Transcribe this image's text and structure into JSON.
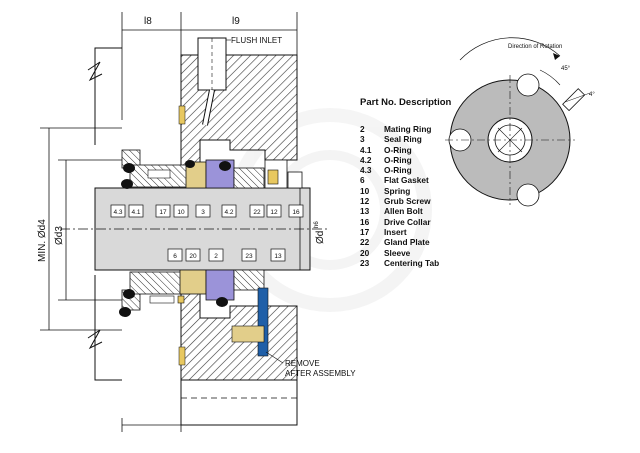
{
  "drawing": {
    "dimensions": {
      "l8": "l8",
      "l9": "l9",
      "min_d4": "MIN. Ød4",
      "d3": "Ød3",
      "d_h6": "Ød"
    },
    "d_h6_suffix": "h6",
    "callouts": {
      "flush_inlet": "FLUSH INLET",
      "remove_1": "REMOVE",
      "remove_2": "AFTER ASSEMBLY"
    },
    "balloons_upper": [
      "4.3",
      "4.1",
      "17",
      "10",
      "3",
      "4.2",
      "22",
      "12",
      "16"
    ],
    "balloons_lower": [
      "6",
      "20",
      "2",
      "23",
      "13"
    ]
  },
  "rotation_view": {
    "direction_label": "Direction of Rotation",
    "angle_label": "45°",
    "angle_label_2": "4°"
  },
  "parts_table": {
    "header": "Part No.  Description",
    "rows": [
      {
        "no": "2",
        "description": "Mating Ring"
      },
      {
        "no": "3",
        "description": "Seal Ring"
      },
      {
        "no": "4.1",
        "description": "O-Ring"
      },
      {
        "no": "4.2",
        "description": "O-Ring"
      },
      {
        "no": "4.3",
        "description": "O-Ring"
      },
      {
        "no": "6",
        "description": "Flat Gasket"
      },
      {
        "no": "10",
        "description": "Spring"
      },
      {
        "no": "12",
        "description": "Grub Screw"
      },
      {
        "no": "13",
        "description": "Allen Bolt"
      },
      {
        "no": "16",
        "description": "Drive Collar"
      },
      {
        "no": "17",
        "description": "Insert"
      },
      {
        "no": "22",
        "description": "Gland Plate"
      },
      {
        "no": "20",
        "description": "Sleeve"
      },
      {
        "no": "23",
        "description": "Centering Tab"
      }
    ]
  },
  "colors": {
    "line": "#111111",
    "hatch": "#333333",
    "shaft_fill": "#d7d7d7",
    "seal_ring_fill": "#9b93d9",
    "mating_ring_fill": "#e2ce8a",
    "oring_fill": "#111111",
    "tab_fill": "#1f5fa8",
    "watermark": "#ececec"
  }
}
